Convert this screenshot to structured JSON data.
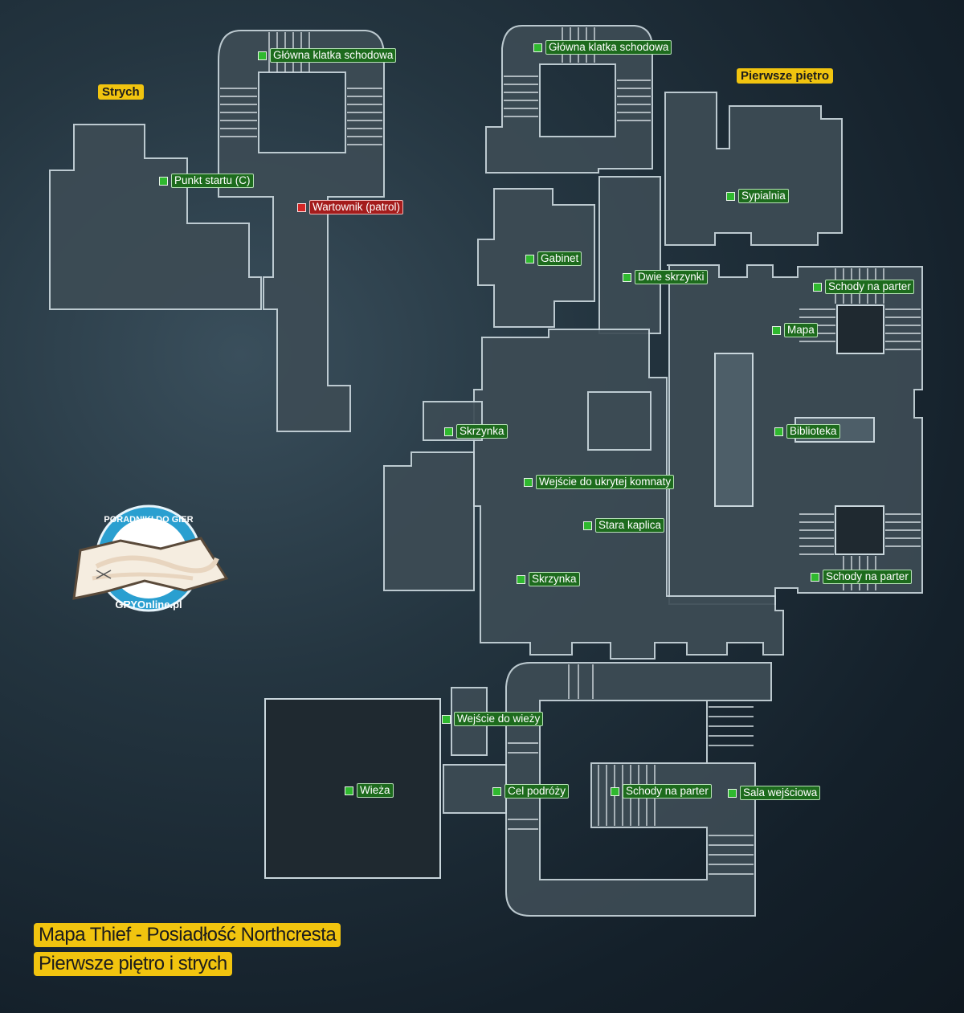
{
  "caption": {
    "line1": "Mapa Thief - Posiadłość Northcresta",
    "line2": "Pierwsze piętro i strych"
  },
  "floors": {
    "attic": "Strych",
    "first": "Pierwsze piętro"
  },
  "logo": {
    "top_text": "PORADNIKI DO GIER",
    "bottom_text": "GRYOnline.pl"
  },
  "markers": [
    {
      "id": "glowna-klatka-1",
      "label": "Główna klatka schodowa",
      "color": "green"
    },
    {
      "id": "glowna-klatka-2",
      "label": "Główna klatka schodowa",
      "color": "green"
    },
    {
      "id": "punkt-startu",
      "label": "Punkt startu (C)",
      "color": "green"
    },
    {
      "id": "wartownik",
      "label": "Wartownik (patrol)",
      "color": "red"
    },
    {
      "id": "sypialnia",
      "label": "Sypialnia",
      "color": "green"
    },
    {
      "id": "gabinet",
      "label": "Gabinet",
      "color": "green"
    },
    {
      "id": "dwie-skrzynki",
      "label": "Dwie skrzynki",
      "color": "green"
    },
    {
      "id": "schody-parter-1",
      "label": "Schody na parter",
      "color": "green"
    },
    {
      "id": "mapa",
      "label": "Mapa",
      "color": "green"
    },
    {
      "id": "skrzynka-1",
      "label": "Skrzynka",
      "color": "green"
    },
    {
      "id": "biblioteka",
      "label": "Biblioteka",
      "color": "green"
    },
    {
      "id": "wejscie-ukryta",
      "label": "Wejście do ukrytej komnaty",
      "color": "green"
    },
    {
      "id": "stara-kaplica",
      "label": "Stara kaplica",
      "color": "green"
    },
    {
      "id": "skrzynka-2",
      "label": "Skrzynka",
      "color": "green"
    },
    {
      "id": "schody-parter-2",
      "label": "Schody na parter",
      "color": "green"
    },
    {
      "id": "wejscie-wieza",
      "label": "Wejście do wieży",
      "color": "green"
    },
    {
      "id": "wieza",
      "label": "Wieża",
      "color": "green"
    },
    {
      "id": "cel-podrozy",
      "label": "Cel podróży",
      "color": "green"
    },
    {
      "id": "schody-parter-3",
      "label": "Schody na parter",
      "color": "green"
    },
    {
      "id": "sala-wejsciowa",
      "label": "Sala wejściowa",
      "color": "green"
    }
  ],
  "colors": {
    "marker_green": "#2fb82f",
    "marker_red": "#d42525",
    "label_yellow": "#f1c40f"
  }
}
